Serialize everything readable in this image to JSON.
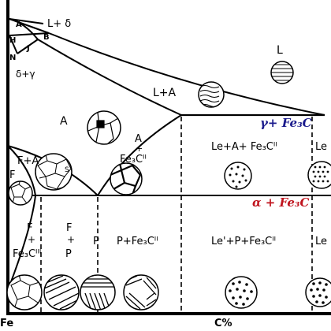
{
  "axis": {
    "origin_label": "Fe",
    "x_label": "C%"
  },
  "points": {
    "A": "A",
    "H": "H",
    "B": "B",
    "J": "J",
    "N": "N",
    "S": "S"
  },
  "regions": {
    "l_plus_delta": "L+ δ",
    "delta_plus_gamma": "δ+γ",
    "liquid": "L",
    "l_plus_a": "L+A",
    "austenite": "A",
    "a_plus_fe3c_ii_a": "A",
    "a_plus_fe3c_ii_plus": "+",
    "a_plus_fe3c_ii_b": "Fe₃Cᴵᴵ",
    "le_a_fe3c": "Le+A+ Fe₃Cᴵᴵ",
    "le_right": "Le",
    "f_plus_a": "F+A",
    "ferrite": "F",
    "f_fe3c_iii_f": "F",
    "f_fe3c_iii_plus": "+",
    "f_fe3c_iii_c": "Fe₃Cᴵᴵᴵ",
    "f_plus_p_f": "F",
    "f_plus_p_plus": "+",
    "f_plus_p_p": "P",
    "pearlite": "P",
    "p_fe3c_ii": "P+Fe₃Cᴵᴵ",
    "le_prime_p_fe3c": "Le'+P+Fe₃Cᴵᴵ",
    "le_right_bottom": "Le"
  },
  "annotations": {
    "gamma_fe3c": "γ+ Fe₃C",
    "alpha_fe3c": "α + Fe₃C"
  },
  "colors": {
    "line": "#000000",
    "gamma_annotation": "#1a1a8c",
    "alpha_annotation": "#c0141e"
  }
}
